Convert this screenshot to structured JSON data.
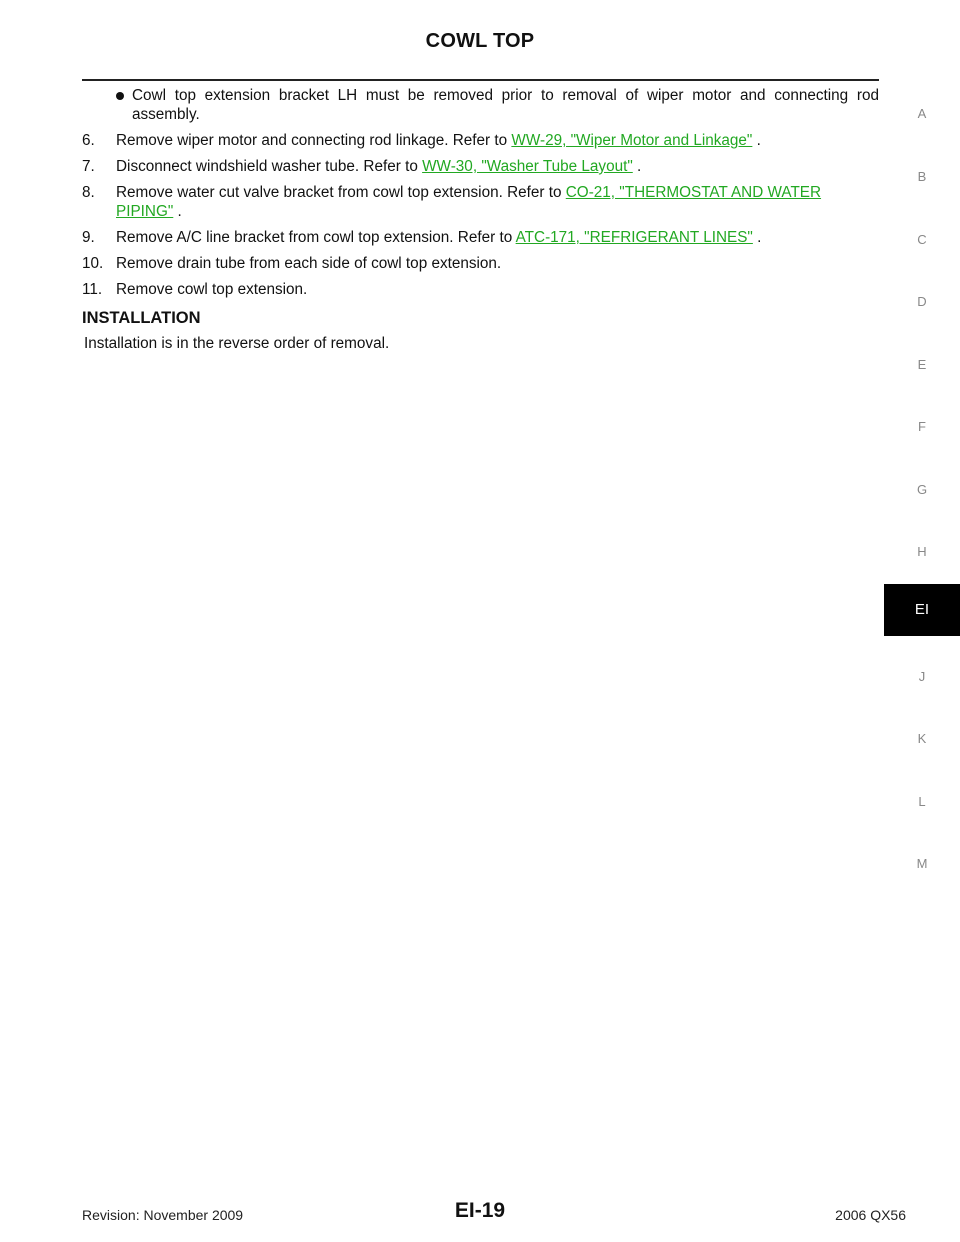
{
  "header": {
    "title": "COWL TOP"
  },
  "bullet": {
    "text": "Cowl top extension bracket LH must be removed prior to removal of wiper motor and connecting rod assembly."
  },
  "steps": [
    {
      "num": "6.",
      "text": "Remove wiper motor and connecting rod linkage. Refer to ",
      "link": "WW-29, \"Wiper Motor and Linkage\"",
      "after": " ."
    },
    {
      "num": "7.",
      "text": "Disconnect windshield washer tube. Refer to ",
      "link": "WW-30, \"Washer Tube Layout\"",
      "after": " ."
    },
    {
      "num": "8.",
      "text": "Remove water cut valve bracket from cowl top extension. Refer to ",
      "link": "CO-21, \"THERMOSTAT AND WATER PIPING\"",
      "after": " ."
    },
    {
      "num": "9.",
      "text": "Remove A/C line bracket from cowl top extension. Refer to ",
      "link": "ATC-171, \"REFRIGERANT LINES\"",
      "after": " ."
    },
    {
      "num": "10.",
      "text": "Remove drain tube from each side of cowl top extension."
    },
    {
      "num": "11.",
      "text": "Remove cowl top extension."
    }
  ],
  "installation": {
    "heading": "INSTALLATION",
    "text": "Installation is in the reverse order of removal."
  },
  "tabs": [
    "A",
    "B",
    "C",
    "D",
    "E",
    "F",
    "G",
    "H",
    "EI",
    "J",
    "K",
    "L",
    "M"
  ],
  "active_tab": "EI",
  "footer": {
    "revision": "Revision: November 2009",
    "page": "EI-19",
    "model": "2006 QX56"
  },
  "colors": {
    "link": "#22a822",
    "active_tab_bg": "#000000"
  }
}
